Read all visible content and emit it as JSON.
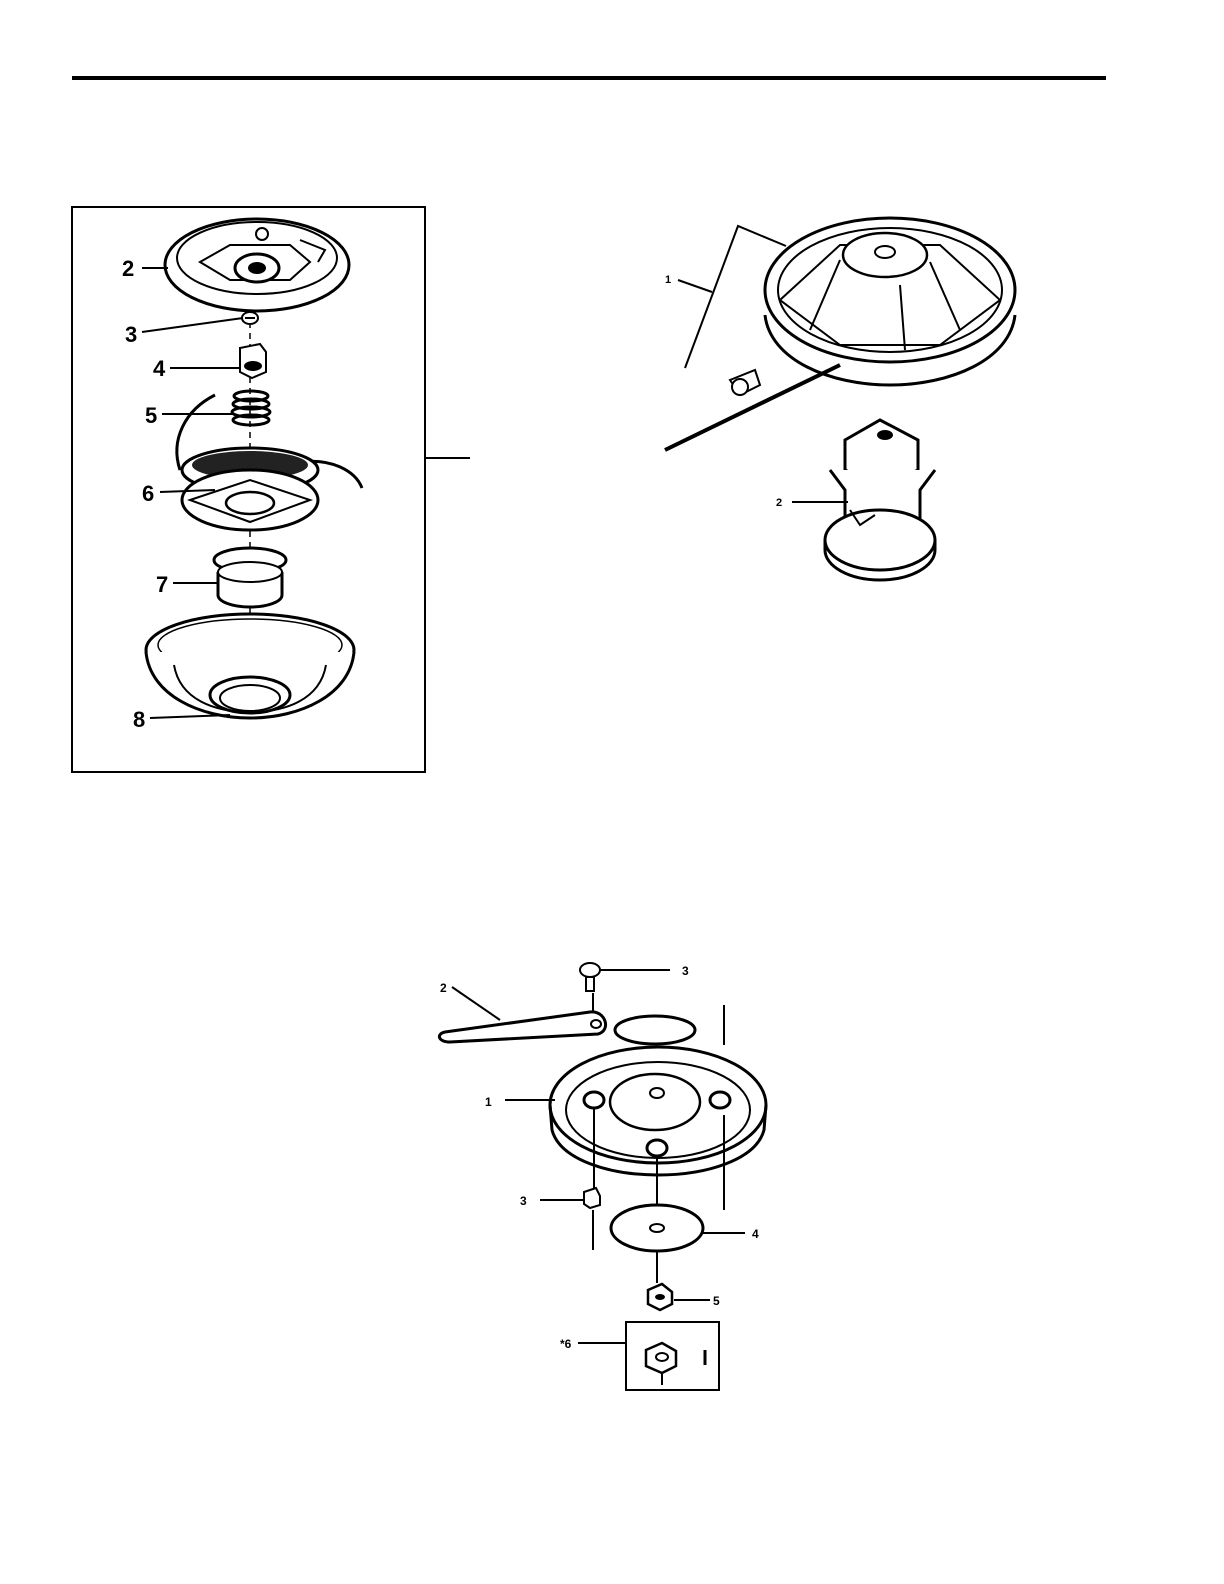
{
  "figure_a": {
    "labels": [
      "2",
      "3",
      "4",
      "5",
      "6",
      "7",
      "8"
    ]
  },
  "figure_b": {
    "labels": [
      "1",
      "2"
    ]
  },
  "figure_c": {
    "labels": [
      "3",
      "2",
      "1",
      "3",
      "4",
      "5",
      "*6"
    ]
  }
}
